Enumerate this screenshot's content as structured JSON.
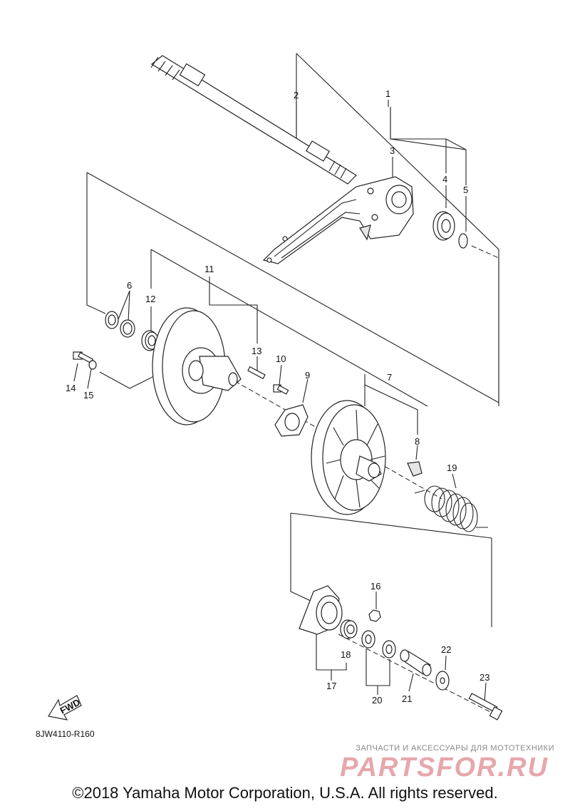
{
  "diagram": {
    "code": "8JW4110-R160",
    "fwd_label": "FWD",
    "labels": {
      "p1": "1",
      "p2": "2",
      "p3": "3",
      "p4": "4",
      "p5": "5",
      "p6": "6",
      "p7": "7",
      "p8": "8",
      "p9": "9",
      "p10": "10",
      "p11": "11",
      "p12": "12",
      "p13": "13",
      "p14": "14",
      "p15": "15",
      "p16": "16",
      "p17": "17",
      "p18": "18",
      "p19": "19",
      "p20": "20",
      "p21": "21",
      "p22": "22",
      "p23": "23"
    }
  },
  "footer": {
    "copyright": "©2018 Yamaha Motor Corporation, U.S.A. All rights reserved."
  },
  "watermark": {
    "tagline": "ЗАПЧАСТИ И АКСЕССУАРЫ ДЛЯ МОТОТЕХНИКИ",
    "logo": "PARTSFOR.RU"
  }
}
